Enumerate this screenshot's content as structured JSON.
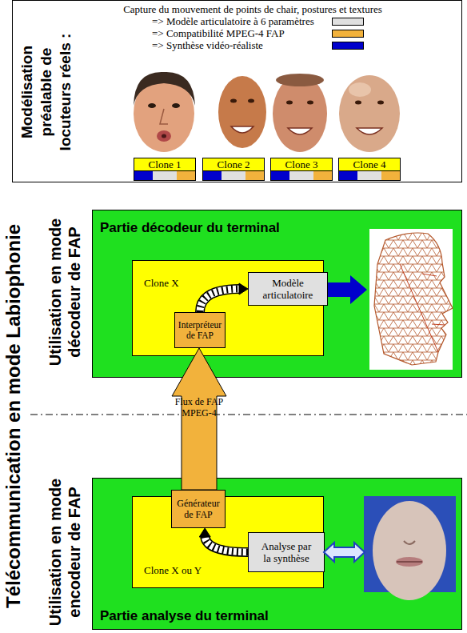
{
  "diagram": {
    "nodes": [
      {
        "text": [
          "Modélisation préalable de locuteurs réels :",
          "Capture du mouvement de points de chair, postures et textures"
        ]
      },
      {
        "text": [
          "Clone 1"
        ],
        "in": 0
      },
      {
        "text": [
          "Clone 2"
        ],
        "in": 0
      },
      {
        "text": [
          "Clone 3"
        ],
        "in": 0
      },
      {
        "text": [
          "Clone 4"
        ],
        "in": 0
      },
      {
        "text": [
          "Partie décodeur du terminal"
        ]
      },
      {
        "text": [
          "Clone X"
        ],
        "in": 5
      },
      {
        "text": [
          "Modèle articulatoire"
        ],
        "in": 6
      },
      {
        "text": [
          "Interpréteur de FAP"
        ],
        "in": 6
      },
      {
        "text": [
          "Partie analyse du terminal"
        ]
      },
      {
        "text": [
          "Clone X ou Y"
        ],
        "in": 9
      },
      {
        "text": [
          "Générateur de FAP"
        ],
        "in": 10
      },
      {
        "text": [
          "Analyse par la synthèse"
        ],
        "in": 10
      }
    ],
    "edges": [
      {
        "from": 8,
        "to": 7,
        "arrow": "to"
      },
      {
        "from": 12,
        "to": 11,
        "arrow": "to"
      },
      {
        "from": 11,
        "to": 8,
        "arrow": "to",
        "label": "Flux de FAP MPEG-4"
      }
    ],
    "labels": [
      "Télécommunication en mode Labiophonie",
      "Utilisation en mode décodeur de FAP",
      "Utilisation en mode encodeur de FAP"
    ],
    "legend": [
      {
        "text": "=> Modèle articulatoire à 6 paramètres",
        "color": "#e0e0e0"
      },
      {
        "text": "=> Compatibilité MPEG-4 FAP",
        "color": "#f2b23c"
      },
      {
        "text": "=> Synthèse vidéo-réaliste",
        "color": "#0000cc"
      }
    ]
  }
}
